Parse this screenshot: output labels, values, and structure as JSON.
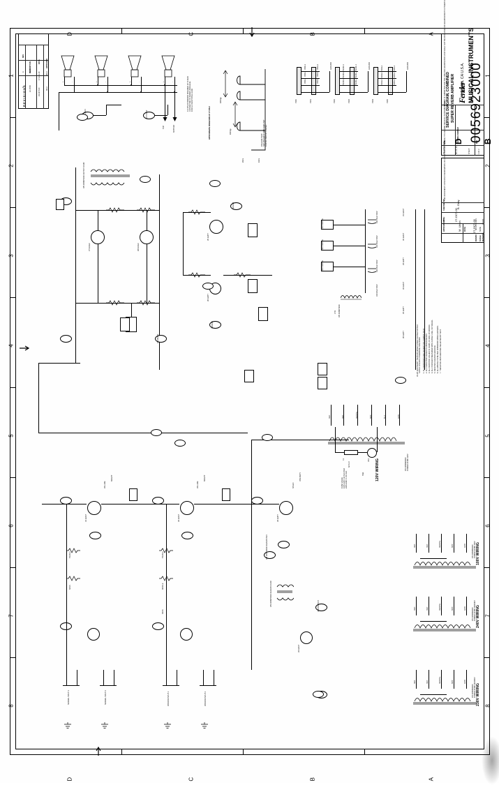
{
  "sheet": {
    "zones_top": [
      "D",
      "C",
      "B",
      "A"
    ],
    "zones_bottom": [
      "D",
      "C",
      "B",
      "A"
    ],
    "rows_left": [
      "1",
      "2",
      "3",
      "4",
      "5",
      "6",
      "7",
      "8"
    ],
    "rows_right": [
      "1",
      "2",
      "3",
      "4",
      "5",
      "6",
      "7",
      "8"
    ]
  },
  "revisions": {
    "heading": "R E V I S I O N S",
    "columns": [
      "REV",
      "DESCRIPTION",
      "DATE",
      "APPROVED"
    ],
    "rows": [
      {
        "rev": "A",
        "description": "PR469",
        "date": "17-AUG-00",
        "approved": "MCU"
      },
      {
        "rev": "B",
        "description": "EC 2539",
        "date": "24-OCT-00",
        "approved": "MCU"
      }
    ]
  },
  "title_block": {
    "company": "MUSICAL INSTRUMENTS",
    "logo_text": "Fender",
    "city": "Corona, CA U.S.A.",
    "title_label": "TITLE:",
    "title_line1": "SERVICE DIAGRAM, COMBINED",
    "title_line2": "SUPER REVERB AMPLIFIER",
    "size_label": "SIZE",
    "size_value": "D",
    "dwg_label": "DRAWING NUMBER",
    "dwg_number": "0056923000",
    "rev_label": "REV",
    "rev_value": "B",
    "release_label": "RELEASE DATE:",
    "release_date": "26-JUL-00",
    "sheet_label": "SHEET:",
    "sheet_value": "1  OF  2",
    "proprietary": "THIS DOCUMENT CONTAINS INFORMATION OF A PROPRIETARY NATURE IT IS FENDER MUSICAL INSTRUMENTS AND IS SUBMITTED FOR THE USE AND EXAMINATION AND SHALL NOT BE DISCLOSED OR EXAMINATED TO OTHERS WITHOUT CONSENT FROM FENDER MUSICAL INSTRUMENTS.",
    "checked_by_label": "CHECKED BY:",
    "checked_by": "B. Gray",
    "checked_date_label": "DATE:",
    "checked_date": "27-OCT-00",
    "approved_by_label": "APPROVED BY:",
    "approved_by": "M. Ulrich",
    "approved_date_label": "DATE:",
    "approved_date": "27-OCT-00",
    "drawn_label": "DRAWN:",
    "drawn_value": "MCU/HOLMES",
    "scale_label": "SCALE:",
    "scale_value": "NONE",
    "material_label": "MATERIAL:",
    "material_value": "FINISH:"
  },
  "speakers": {
    "count": 4,
    "polarity": [
      "+",
      "-",
      "+",
      "-",
      "+",
      "-",
      "+",
      "-"
    ],
    "outputs": [
      "TOP",
      "BOTTOM"
    ],
    "notes": "4 X P/N 0070930000 SPEAKER 10\" 8 OHM\nCONNECTED IN SERIES-PARALLEL\nFOR A 2 OHM TOTAL LOAD"
  },
  "waveform": {
    "caption": "APPROXIMATE WAVEFORM AT V7 PIN 6",
    "v_label_top": "180Vpp",
    "v_label_bottom": "160Vpp",
    "time_labels": [
      "20ms",
      "10ms"
    ],
    "test_note": "FINALIZE TEST:\nSET POLARITY SWITCHES SET\nFOR DC SUPPLY PRESET."
  },
  "connectors": {
    "groups": [
      {
        "header_top": "P130",
        "header_bottom": "P131",
        "pins_top": [
          "P230-1",
          "P230-2",
          "P230-3"
        ],
        "pins_bottom": [
          "P231-1",
          "P231-2",
          "P231-3"
        ],
        "net_top": "GROUND",
        "net_bottom": "GROUND"
      },
      {
        "header_top": "P132",
        "header_bottom": "P133",
        "pins_top": [
          "PV230-1",
          "PV230-2",
          "PV230-3"
        ],
        "pins_bottom": [
          "PV231-1",
          "PV231-2",
          "PV231-3"
        ],
        "net_top": "GROUND",
        "net_bottom": "GROUND"
      },
      {
        "header_top": "P134",
        "header_bottom": "P135",
        "pins_top": [
          "P134-1",
          "P134-2",
          "P134-3"
        ],
        "pins_bottom": [
          "P135-1",
          "P135-2",
          "P135-3"
        ],
        "net_top": "GROUND",
        "net_bottom": "GROUND"
      }
    ]
  },
  "power_supply": {
    "mains_blocks": [
      "120V WIRING",
      "240V WIRING",
      "230V WIRING",
      "100V WIRING"
    ],
    "primary_notes_120": "P/N 0056820000\nPOWER XFMR 120V",
    "primary_notes_240": "P/N 0056830000\nPOWER XFMR 100/240V",
    "primary_notes_230": "P/N 0056840000\nPOWER XFMR 110/230V",
    "primary_notes_100": "P/N 0056850000\nPOWER XFMR 100V",
    "wire_colors": [
      "BLK",
      "WHT",
      "GRN",
      "BLK/YEL",
      "BLK/RED",
      "RED",
      "RED/YEL",
      "BRN",
      "BLU",
      "YEL",
      "ORN"
    ],
    "fuse": "F1",
    "fuse_rating": "3A SLO",
    "switch": "SW1",
    "lamp": "DS1",
    "rectifier": "D1-D4",
    "filter_caps": [
      "C20 50uF 500V",
      "C21 50uF 500V",
      "C22 20uF 500V",
      "C23 20uF 500V"
    ],
    "choke": "CH1",
    "choke_pn": "P/N 0036874000",
    "bleeder": "R70 220K 1W",
    "heater_note": "HEATER WIRING",
    "fuse_note": "FUSE VALUE\n100V-120V: 3A SLO-BLO\n220V-240V: 1.5A SLO"
  },
  "tubes": {
    "power": [
      "V7  6L6GC",
      "V8  6L6GC"
    ],
    "preamp": [
      "V1  12AX7",
      "V2  12AX7",
      "V3  12AT7",
      "V4  12AX7",
      "V5  12AT7",
      "V6  12AT7"
    ],
    "heater_chain": "V1-V6  12AX7/12AT7 HEATERS\nWIRED 6.3VAC CENTER TAPPED"
  },
  "labels": {
    "output_xfmr": "P/N 0056871000\nOUTPUT XFMR",
    "reverb_xfmr": "P/N 0056873000\nREVERB XFMR",
    "reverb_pan": "P/N 0099052000\nREVERB PAN",
    "bias_adj": "BIAS ADJ",
    "feedback": "FEEDBACK",
    "speaker_jack": "SPKR JACK",
    "ext_speaker": "EXT SPKR",
    "footswitch": "FOOTSWITCH",
    "vibrato": "VIBRATO",
    "reverb": "REVERB",
    "normal_input1": "NORMAL INPUT 1",
    "normal_input2": "NORMAL INPUT 2",
    "vibrato_input1": "VIBRATO INPUT 1",
    "vibrato_input2": "VIBRATO INPUT 2",
    "volume": "VOLUME",
    "treble": "TREBLE",
    "middle": "MIDDLE",
    "bass": "BASS",
    "bright": "BRIGHT",
    "speed": "SPEED",
    "intensity": "INTENSITY"
  },
  "notes": {
    "heading": "NOTES: UNLESS OTHERWISE SPECIFIED.",
    "items": [
      "1. ALL RESISTORS ARE 1/2 WATT 5% CARBON FILM.",
      "2. ALL CAPACITOR VALUES IN MICROFARADS.",
      "3. ALL RESISTOR VALUES IN OHMS, K=1000, M=1000000.",
      "4. ALL VOLTAGES MEASURED WITH 120VAC LINE, NO SIGNAL.",
      "5. DENOTES CHASSIS GROUND.",
      "6. ALL WIRING TO BE PER 0056900000 WIRE HARNESS.",
      "7. * DENOTES MATCHED PAIR SELECTED BY TEST."
    ]
  }
}
